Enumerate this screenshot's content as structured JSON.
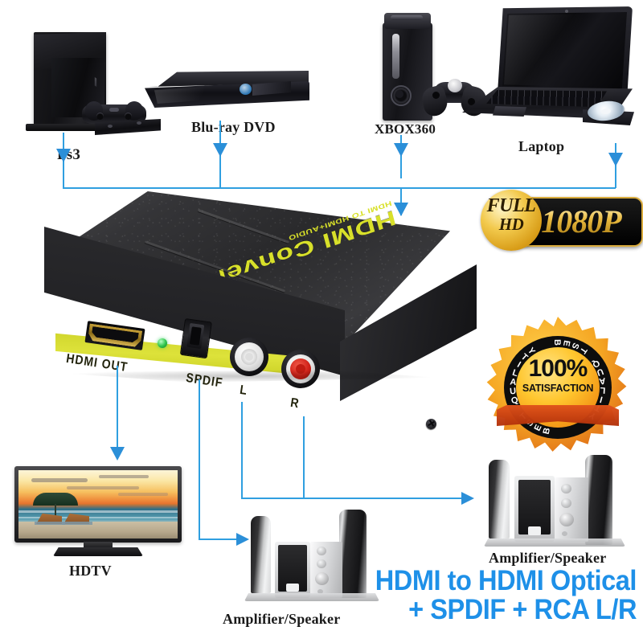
{
  "page": {
    "background": "#ffffff",
    "accent_blue": "#2f9fe0",
    "headline_blue": "#1e90e8",
    "label_black": "#1a1a1a",
    "panel_yellow": "#d8dc2a",
    "gold": "#f2c94c"
  },
  "sources": [
    {
      "id": "ps3",
      "label": "Ps3"
    },
    {
      "id": "bluray",
      "label": "Blu-ray DVD"
    },
    {
      "id": "xbox360",
      "label": "XBOX360"
    },
    {
      "id": "laptop",
      "label": "Laptop"
    }
  ],
  "device": {
    "brand_line": "HDMI Converter",
    "brand_sub": "HDMI TO HDMI+AUDIO",
    "ports": [
      {
        "id": "hdmi-out",
        "label": "HDMI OUT"
      },
      {
        "id": "spdif",
        "label": "SPDIF"
      },
      {
        "id": "rca-l",
        "label": "L"
      },
      {
        "id": "rca-r",
        "label": "R"
      }
    ],
    "led": {
      "name": "power-led",
      "color": "#2fc04a"
    }
  },
  "badges": {
    "full_hd": {
      "line1": "FULL",
      "line2": "HD",
      "resolution": "1080P"
    },
    "seal": {
      "percent": "100%",
      "caption": "SATISFACTION",
      "ring_text": "BEST QUALITY",
      "ring_text_repeat": "BEST QUALITY  BEST QUALITY  "
    }
  },
  "outputs": [
    {
      "id": "hdtv",
      "label": "HDTV"
    },
    {
      "id": "speaker-bottom",
      "label": "Amplifier/Speaker"
    },
    {
      "id": "speaker-right",
      "label": "Amplifier/Speaker"
    }
  ],
  "headline": {
    "line1": "HDMI to HDMI Optical",
    "line2": "+ SPDIF + RCA L/R"
  }
}
